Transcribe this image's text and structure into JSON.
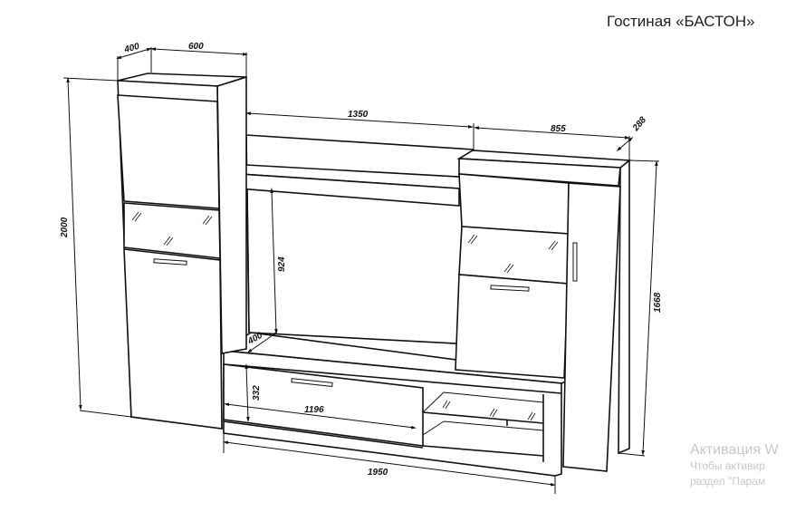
{
  "title": "Гостиная «БАСТОН»",
  "dimensions": {
    "left_depth": "400",
    "left_width": "600",
    "left_height": "2000",
    "shelf_width": "1350",
    "right_width": "855",
    "right_depth": "288",
    "right_height": "1668",
    "niche_height": "924",
    "base_depth": "400",
    "drawer_height": "332",
    "drawer_width": "1196",
    "total_width": "1950"
  },
  "watermark": {
    "line1": "Активация W",
    "line2": "Чтобы активир",
    "line3": "раздел \"Парам"
  }
}
